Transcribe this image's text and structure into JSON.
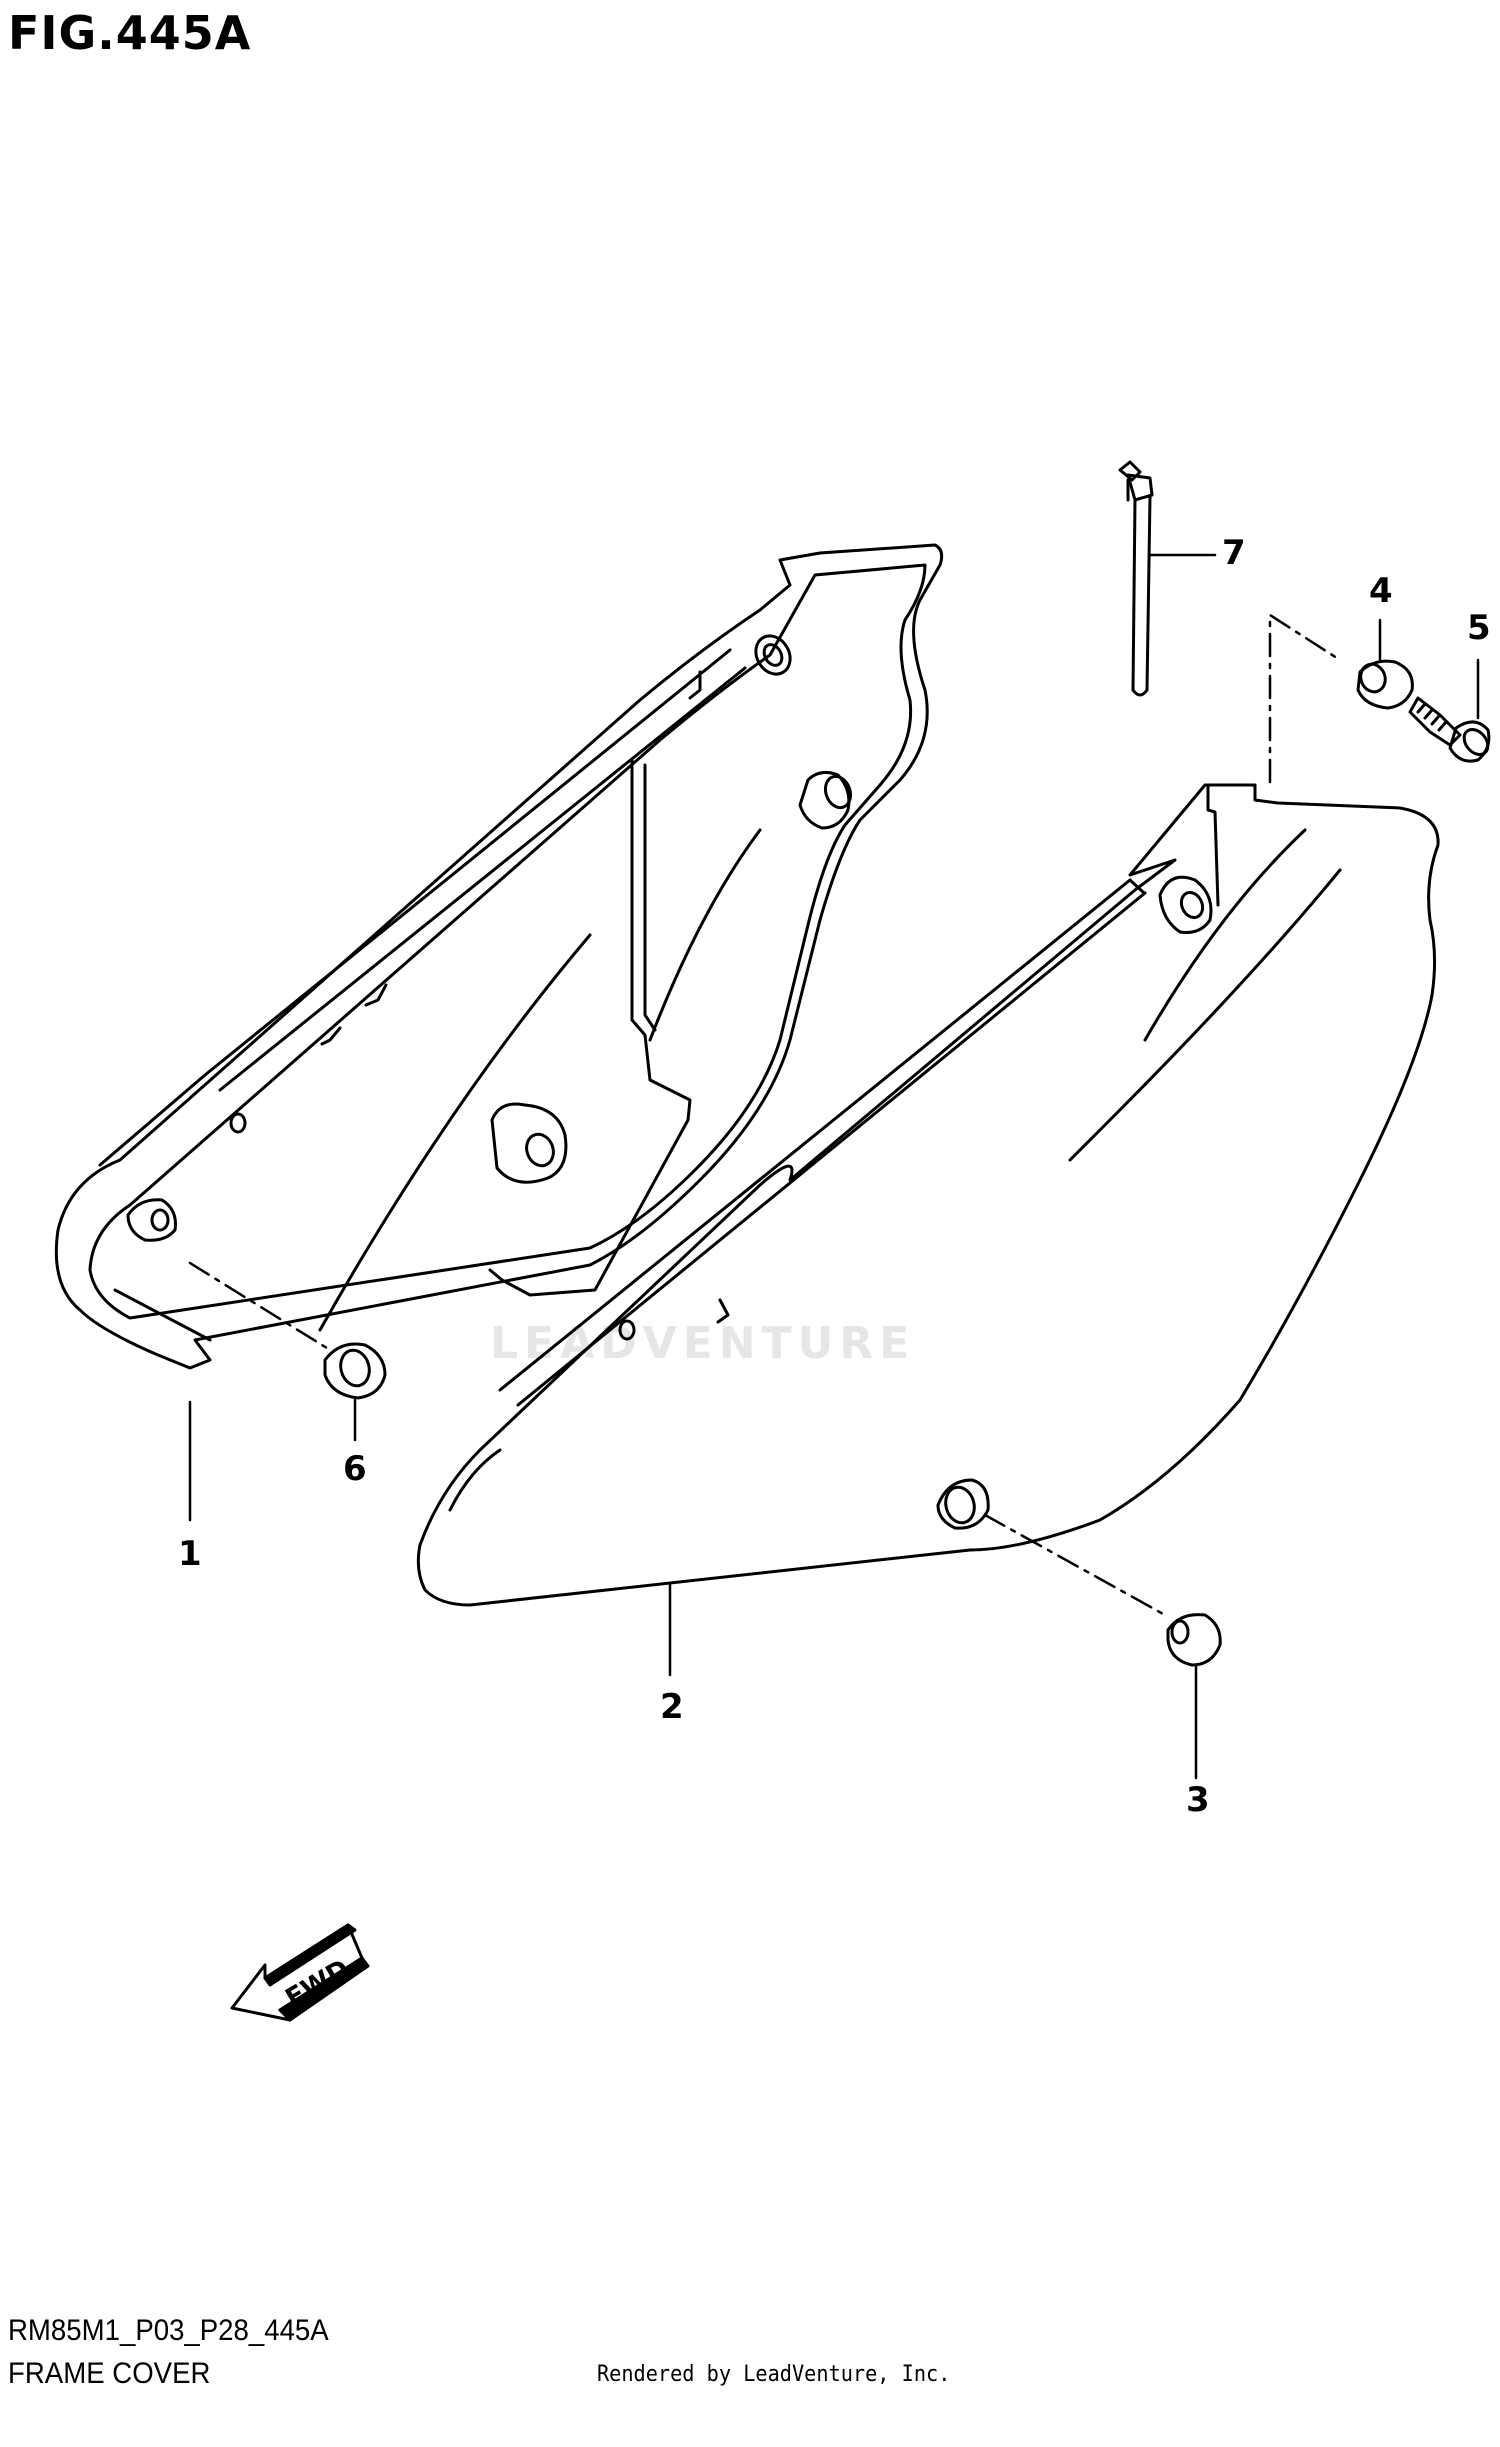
{
  "title": "FIG.445A",
  "callouts": [
    "1",
    "2",
    "3",
    "4",
    "5",
    "6",
    "7"
  ],
  "fwd_label": "FWD",
  "diagram_code": "RM85M1_P03_P28_445A",
  "caption": "FRAME COVER",
  "rendered_by": "Rendered by LeadVenture, Inc.",
  "watermark": "LEADVENTURE"
}
